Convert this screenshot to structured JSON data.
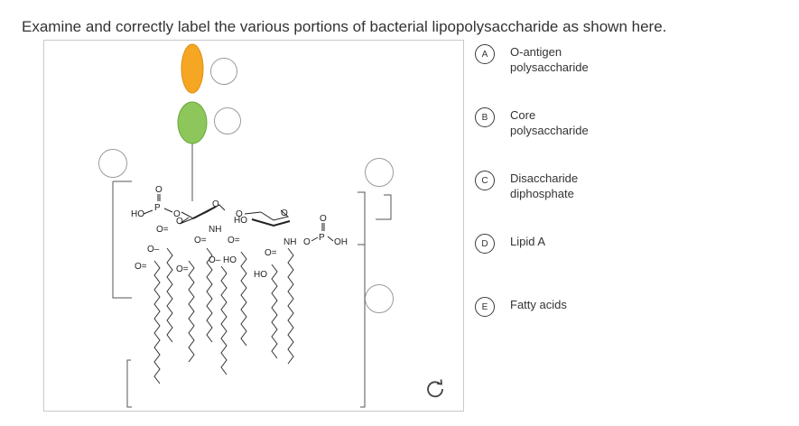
{
  "question": "Examine and correctly label the various portions of bacterial lipopolysaccharide as shown here.",
  "colors": {
    "o_antigen_sugar": "#f5a623",
    "core_sugar": "#8dc65a",
    "target_border": "#9a9a9a"
  },
  "diagram": {
    "atoms": {
      "ho_phosphate_left": "HO",
      "p_left": "P",
      "o1": "O",
      "o2": "O",
      "o3": "O",
      "nh_left": "NH",
      "ho_ring": "HO",
      "nh_right": "NH",
      "o_right": "O",
      "p_right": "P",
      "oh_right": "OH",
      "ho_chain1": "HO",
      "ho_chain2": "HO"
    }
  },
  "options": [
    {
      "letter": "A",
      "lines": [
        "O-antigen",
        "polysaccharide"
      ]
    },
    {
      "letter": "B",
      "lines": [
        "Core",
        "polysaccharide"
      ]
    },
    {
      "letter": "C",
      "lines": [
        "Disaccharide",
        "diphosphate"
      ]
    },
    {
      "letter": "D",
      "lines": [
        "Lipid A"
      ]
    },
    {
      "letter": "E",
      "lines": [
        "Fatty acids"
      ]
    }
  ],
  "icons": {
    "reset": "reset-icon"
  }
}
